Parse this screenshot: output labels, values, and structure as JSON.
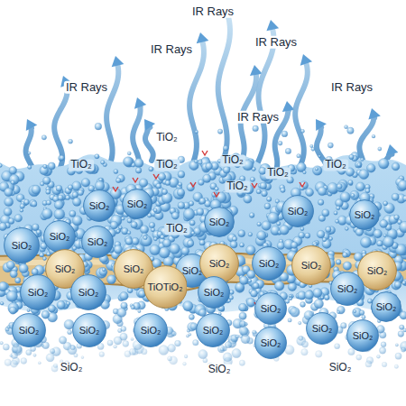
{
  "diagram": {
    "nodes": [
      {
        "text": [
          "SiO₂"
        ]
      },
      {
        "text": [
          "SiO₂"
        ]
      },
      {
        "text": [
          "SiO₂"
        ]
      },
      {
        "text": [
          "SiO₂"
        ]
      },
      {
        "text": [
          "SiO₂"
        ]
      },
      {
        "text": [
          "SiO₂"
        ]
      },
      {
        "text": [
          "SiO₂"
        ]
      },
      {
        "text": [
          "SiO₂"
        ]
      },
      {
        "text": [
          "SiO₂"
        ]
      },
      {
        "text": [
          "SiO₂"
        ]
      },
      {
        "text": [
          "SiO₂"
        ]
      },
      {
        "text": [
          "SiO₂"
        ]
      },
      {
        "text": [
          "SiO₂"
        ]
      },
      {
        "text": [
          "SiO₂"
        ]
      },
      {
        "text": [
          "SiO₂"
        ]
      },
      {
        "text": [
          "SiO₂"
        ]
      },
      {
        "text": [
          "SiO₂"
        ]
      },
      {
        "text": [
          "TiOTiO₂"
        ]
      },
      {
        "text": [
          "SiO₂"
        ]
      },
      {
        "text": [
          "SiO₂"
        ]
      },
      {
        "text": [
          "SiO₂"
        ]
      },
      {
        "text": [
          "SiO₂"
        ]
      },
      {
        "text": [
          "SiO₂"
        ]
      },
      {
        "text": [
          "SiO₂"
        ]
      },
      {
        "text": [
          "SiO₂"
        ]
      },
      {
        "text": [
          "SiO₂"
        ]
      },
      {
        "text": [
          "SiO₂"
        ]
      },
      {
        "text": [
          "SiO₂"
        ]
      },
      {
        "text": [
          "SiO₂"
        ]
      }
    ],
    "labels": [
      "IR Rays",
      "IR Rays",
      "IR Rays",
      "IR Rays",
      "IR Rays",
      "IR Rays",
      "TiO₂",
      "TiO₂",
      "TiO₂",
      "TiO₂",
      "TiO₂",
      "TiO₂",
      "TiO₂",
      "TiO₂",
      "SiO₂",
      "SiO₂",
      "SiO₂"
    ]
  }
}
